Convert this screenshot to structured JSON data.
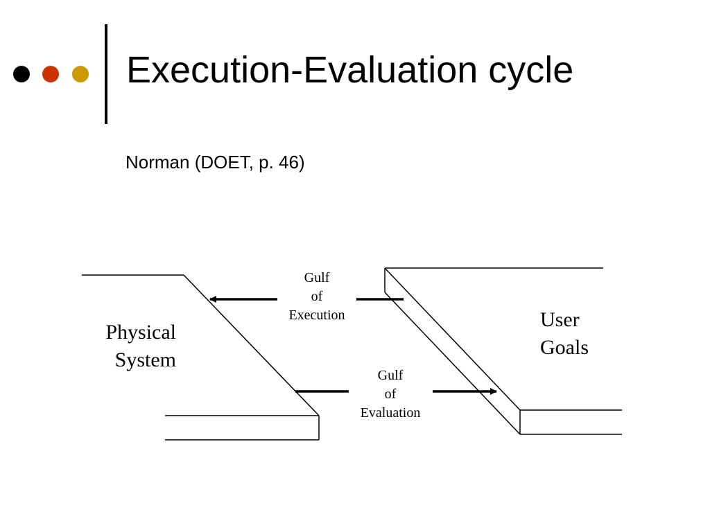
{
  "slide": {
    "title": "Execution-Evaluation cycle",
    "subtitle": "Norman (DOET, p. 46)"
  },
  "bullets": {
    "colors": [
      "#000000",
      "#cc3300",
      "#cc9900"
    ]
  },
  "diagram": {
    "left_block": {
      "line1": "Physical",
      "line2": "System"
    },
    "right_block": {
      "line1": "User",
      "line2": "Goals"
    },
    "gulf_of_execution": {
      "line1": "Gulf",
      "line2": "of",
      "line3": "Execution"
    },
    "gulf_of_evaluation": {
      "line1": "Gulf",
      "line2": "of",
      "line3": "Evaluation"
    }
  }
}
